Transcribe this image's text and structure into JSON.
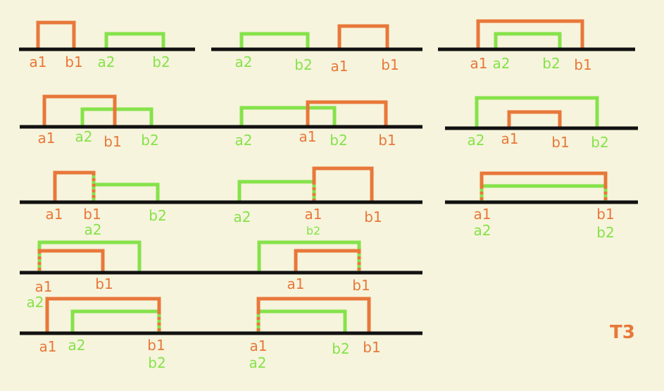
{
  "colors": {
    "first": "#e8773a",
    "second": "#85e24a",
    "axis": "#111111",
    "background": "#f6f4dc"
  },
  "labels": {
    "a1": "a1",
    "b1": "b1",
    "a2": "a2",
    "b2": "b2",
    "b2_small": "b2"
  },
  "tag": "T3"
}
